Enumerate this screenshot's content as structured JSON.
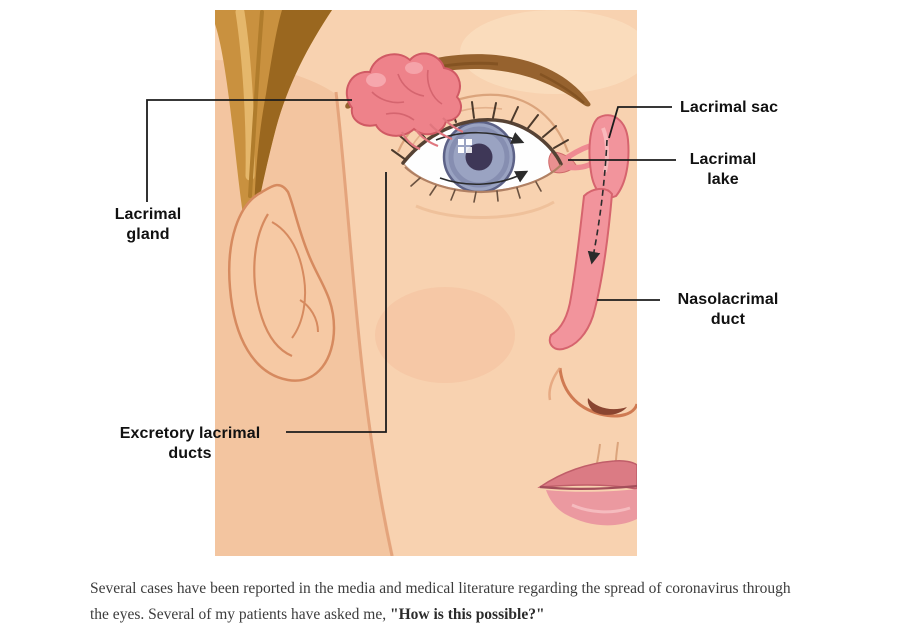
{
  "diagram": {
    "labels": {
      "lacrimal_gland": "Lacrimal gland",
      "excretory_lacrimal_ducts": "Excretory lacrimal ducts",
      "lacrimal_sac": "Lacrimal sac",
      "lacrimal_lake": "Lacrimal lake",
      "nasolacrimal_duct": "Nasolacrimal duct"
    },
    "colors": {
      "skin": "#f8d2b0",
      "skin_shadow": "#e2a078",
      "hair": "#c9913f",
      "hair_dark": "#9a671f",
      "eyebrow": "#96622e",
      "lacrimal_pink": "#f2949c",
      "lacrimal_pink_dark": "#d6646e",
      "iris": "#9aa3c2",
      "pupil": "#3e3757",
      "connector_line": "#1c1c1c",
      "label_text": "#111111"
    }
  },
  "caption": {
    "line1": "Several cases have been reported in the media and medical literature regarding the spread of coronavirus through",
    "line2_normal": "the eyes. Several of my patients have asked me, ",
    "line2_bold": "\"How is this possible?\""
  }
}
